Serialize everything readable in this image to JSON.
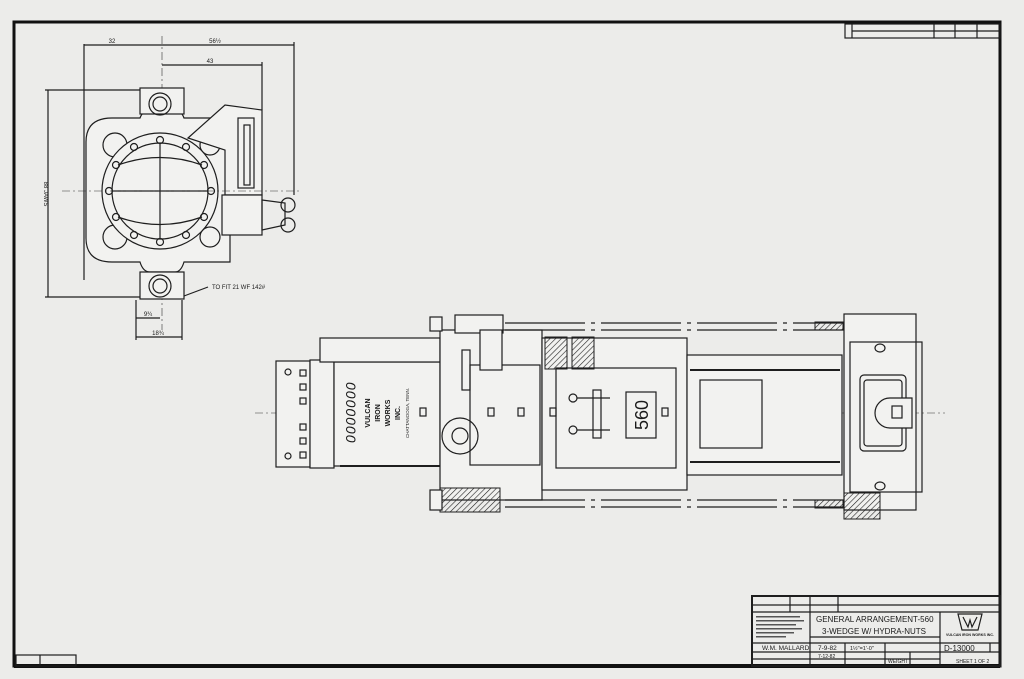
{
  "end_view": {
    "dim_left": "32",
    "dim_total": "56½",
    "dim_right": "43",
    "dim_height": "88 JAWS",
    "dim_flange_half": "9¾",
    "dim_flange": "18¾",
    "note": "TO FIT 21 WF 142#"
  },
  "side_view": {
    "maker_lines": [
      "VULCAN",
      "IRON",
      "WORKS",
      "INC."
    ],
    "maker_city": "CHATTANOOGA, TENN.",
    "serial_plate": "0000000",
    "model_plate": "560"
  },
  "title_block": {
    "title_line1": "GENERAL ARRANGEMENT-560",
    "title_line2": "3-WEDGE W/ HYDRA-NUTS",
    "drawn_by": "W.M. MALLARD",
    "date": "7-9-82",
    "date2": "7-12-82",
    "scale": "1½\"=1'-0\"",
    "drawing_number": "D-13000",
    "weight_label": "WEIGHT",
    "sheet": "SHEET 1 OF 2",
    "company": "VULCAN IRON WORKS INC."
  }
}
